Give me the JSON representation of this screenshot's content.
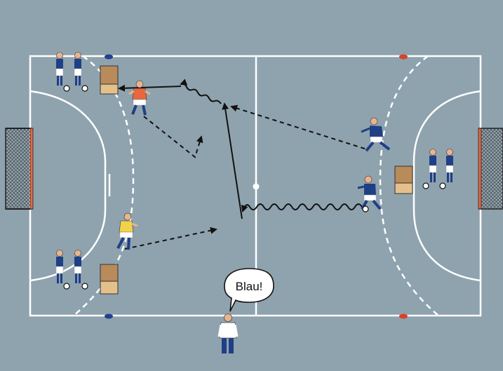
{
  "colors": {
    "floor": "#8fa3ae",
    "lines": "#ffffff",
    "team_blue": "#1f3f86",
    "bib_orange": "#e8673f",
    "bib_yellow": "#f2d24a",
    "box_top": "#b98a5a",
    "box_front": "#d9b07a",
    "marker_blue": "#23408f",
    "marker_red": "#d8432b"
  },
  "callout": {
    "text": "Blau!"
  },
  "icons": {
    "goal_left": "handball-goal",
    "goal_right": "handball-goal",
    "ball": "ball-icon",
    "box": "vaulting-box"
  }
}
